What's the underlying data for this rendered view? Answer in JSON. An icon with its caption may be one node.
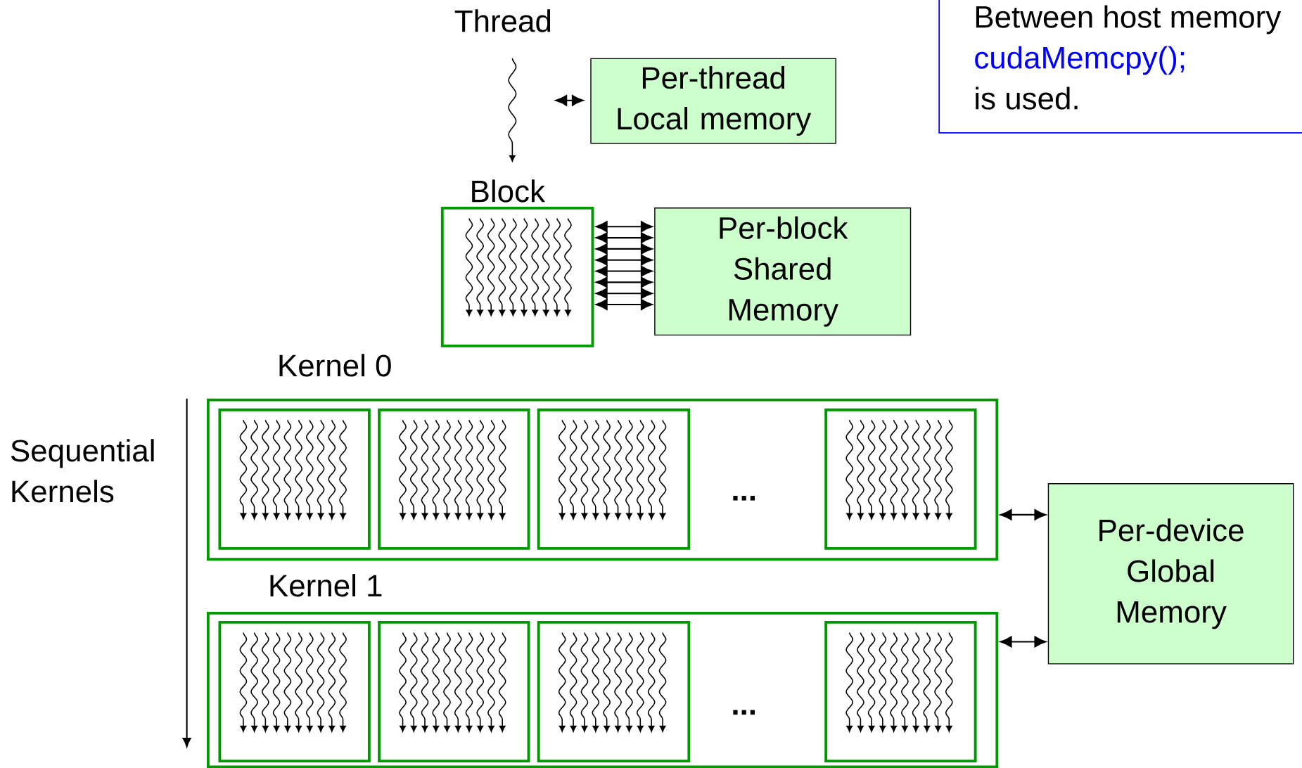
{
  "diagram": {
    "nodes": [
      {
        "text": [
          "Thread"
        ]
      },
      {
        "text": [
          "Per-thread Local memory"
        ]
      },
      {
        "text": [
          "Block"
        ]
      },
      {
        "text": [
          "Per-block Shared Memory"
        ]
      },
      {
        "text": [
          "Kernel 0"
        ]
      },
      {
        "text": [],
        "shape": "box",
        "in": 4
      },
      {
        "text": [],
        "shape": "box",
        "in": 4
      },
      {
        "text": [],
        "shape": "box",
        "in": 4
      },
      {
        "text": [],
        "shape": "box",
        "in": 4
      },
      {
        "text": [
          "Kernel 1"
        ]
      },
      {
        "text": [],
        "shape": "box",
        "in": 9
      },
      {
        "text": [],
        "shape": "box",
        "in": 9
      },
      {
        "text": [],
        "shape": "box",
        "in": 9
      },
      {
        "text": [],
        "shape": "box",
        "in": 9
      },
      {
        "text": [
          "Per-device Global Memory"
        ]
      },
      {
        "text": [
          "Between host memory",
          "cudaMemcpy();",
          "is used."
        ]
      }
    ],
    "edges": [
      {
        "from": 0,
        "to": 1,
        "arrow": "both"
      },
      {
        "from": 2,
        "to": 3,
        "arrow": "both"
      },
      {
        "from": 2,
        "to": 3,
        "arrow": "both"
      },
      {
        "from": 2,
        "to": 3,
        "arrow": "both"
      },
      {
        "from": 2,
        "to": 3,
        "arrow": "both"
      },
      {
        "from": 2,
        "to": 3,
        "arrow": "both"
      },
      {
        "from": 2,
        "to": 3,
        "arrow": "both"
      },
      {
        "from": 2,
        "to": 3,
        "arrow": "both"
      },
      {
        "from": 2,
        "to": 3,
        "arrow": "both"
      },
      {
        "from": 4,
        "to": 14,
        "arrow": "both"
      },
      {
        "from": 9,
        "to": 14,
        "arrow": "both"
      }
    ],
    "labels": [
      "Sequential Kernels",
      "...",
      "..."
    ]
  }
}
